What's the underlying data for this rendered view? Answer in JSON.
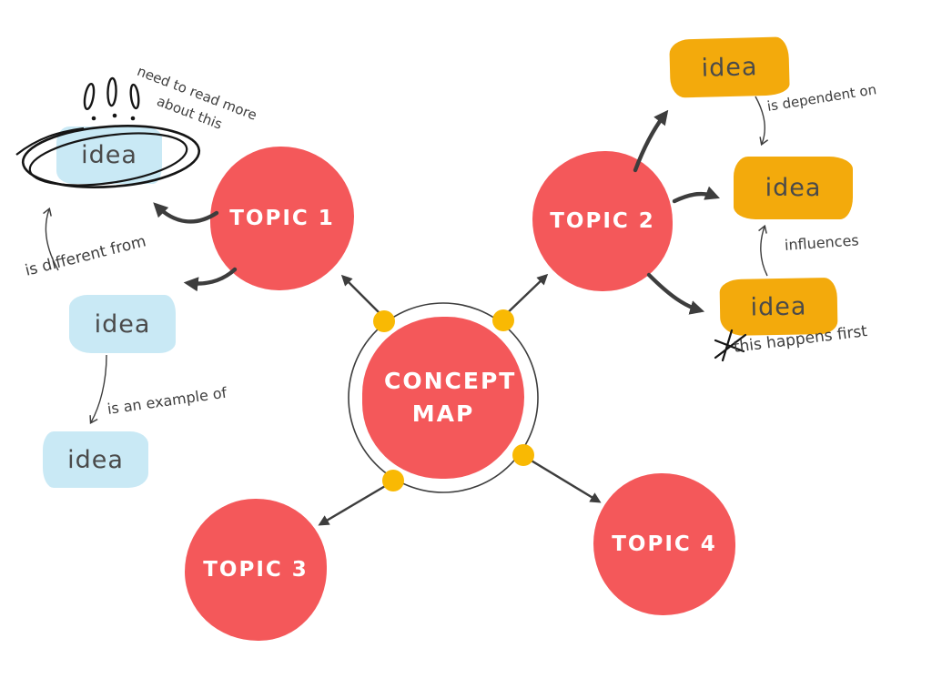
{
  "palette": {
    "red": "#f4585a",
    "yellow": "#f9b903",
    "orange": "#f3aa0c",
    "blue": "#c9e9f5",
    "ink": "#3d3d3d",
    "scribble": "#151515",
    "text_dark": "#4a4a4a",
    "white": "#ffffff"
  },
  "center": {
    "title": "CONCEPT MAP"
  },
  "topics": [
    {
      "label": "TOPIC 1"
    },
    {
      "label": "TOPIC 2"
    },
    {
      "label": "TOPIC 3"
    },
    {
      "label": "TOPIC 4"
    }
  ],
  "left_branch": {
    "ideas": [
      "idea",
      "idea",
      "idea"
    ],
    "annotations": {
      "note": "need to read more\nabout this",
      "different": "is different from",
      "example": "is an example of"
    }
  },
  "right_branch": {
    "ideas": [
      "idea",
      "idea",
      "idea"
    ],
    "annotations": {
      "dependent": "is dependent on",
      "influences": "influences",
      "first": "this happens first"
    }
  },
  "icons": {
    "exclamations": "exclamation-marks-scribble",
    "emphasis": "emphasis-ellipse-scribble",
    "star": "star-scribble",
    "connector_dot": "yellow-connector-dot"
  }
}
